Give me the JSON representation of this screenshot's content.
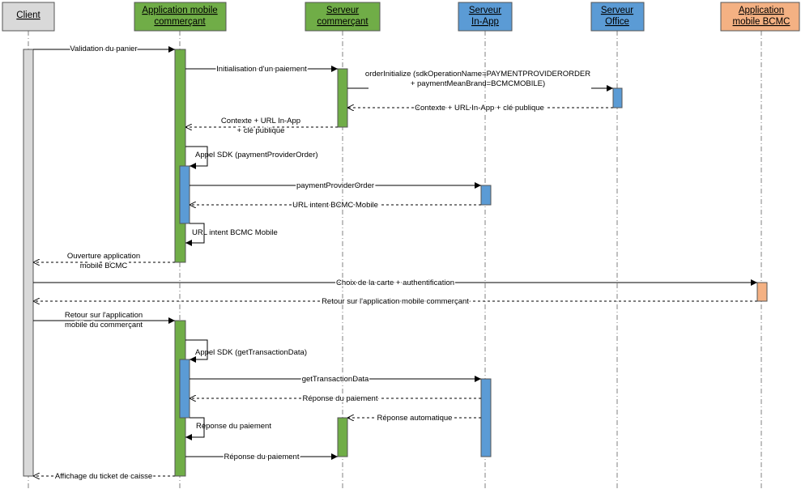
{
  "colors": {
    "client": "#d9d9d9",
    "app_commercant": "#70ad47",
    "serveur_commercant": "#70ad47",
    "serveur_inapp": "#5b9bd5",
    "serveur_office": "#5b9bd5",
    "app_bcmc": "#f4b183"
  },
  "actors": {
    "client": {
      "label": [
        "Client"
      ]
    },
    "app_commercant": {
      "label": [
        "Application mobile",
        "commerçant"
      ]
    },
    "serveur_commercant": {
      "label": [
        "Serveur",
        "commerçant"
      ]
    },
    "serveur_inapp": {
      "label": [
        "Serveur",
        "In-App"
      ]
    },
    "serveur_office": {
      "label": [
        "Serveur",
        "Office"
      ]
    },
    "app_bcmc": {
      "label": [
        "Application",
        "mobile BCMC"
      ]
    }
  },
  "messages": {
    "m01": [
      "Validation du panier"
    ],
    "m02": [
      "Initialisation d'un paiement"
    ],
    "m03": [
      "orderInitialize (sdkOperationName=PAYMENTPROVIDERORDER",
      "+ paymentMeanBrand=BCMCMOBILE)"
    ],
    "m04": [
      "Contexte + URL In-App + clé publique"
    ],
    "m05": [
      "Contexte + URL In-App",
      "+ clé publique"
    ],
    "m06": [
      "Appel SDK (paymentProviderOrder)"
    ],
    "m07": [
      "paymentProviderOrder"
    ],
    "m08": [
      "URL intent BCMC Mobile"
    ],
    "m09": [
      "URL intent BCMC Mobile"
    ],
    "m10": [
      "Ouverture application",
      "mobile BCMC"
    ],
    "m11": [
      "Choix de la carte + authentification"
    ],
    "m12": [
      "Retour sur l'application mobile commerçant"
    ],
    "m13": [
      "Retour sur l'application",
      "mobile du commerçant"
    ],
    "m14": [
      "Appel SDK (getTransactionData)"
    ],
    "m15": [
      "getTransactionData"
    ],
    "m16": [
      "Réponse du paiement"
    ],
    "m17": [
      "Réponse automatique"
    ],
    "m18": [
      "Réponse du paiement"
    ],
    "m19": [
      "Réponse du paiement"
    ],
    "m20": [
      "Affichage du ticket de caisse"
    ]
  }
}
